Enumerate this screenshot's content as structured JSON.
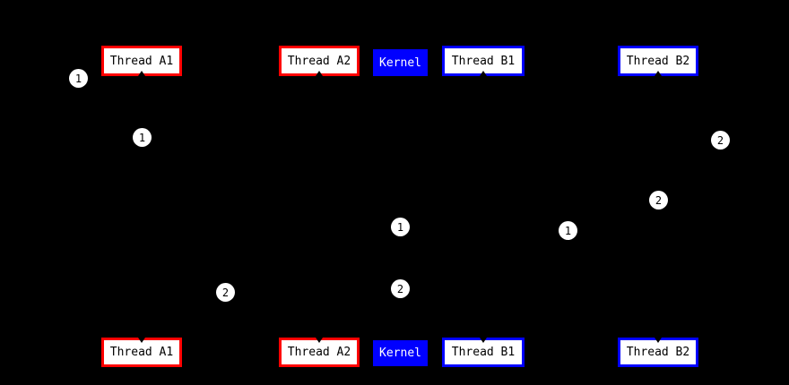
{
  "background_color": "#000000",
  "palette": {
    "thread_a_accent": "#ff0000",
    "thread_b_accent": "#0000ff",
    "kernel_bg": "#0000ff",
    "kernel_text": "#ffffff",
    "box_bg": "#ffffff",
    "box_text": "#000000",
    "marker_bg": "#ffffff",
    "marker_text": "#000000"
  },
  "top_row": {
    "thread_a1": {
      "label": "Thread A1"
    },
    "thread_a2": {
      "label": "Thread A2"
    },
    "kernel": {
      "label": "Kernel"
    },
    "thread_b1": {
      "label": "Thread B1"
    },
    "thread_b2": {
      "label": "Thread B2"
    }
  },
  "bottom_row": {
    "thread_a1": {
      "label": "Thread A1"
    },
    "thread_a2": {
      "label": "Thread A2"
    },
    "kernel": {
      "label": "Kernel"
    },
    "thread_b1": {
      "label": "Thread B1"
    },
    "thread_b2": {
      "label": "Thread B2"
    }
  },
  "markers": [
    {
      "label": "1"
    },
    {
      "label": "1"
    },
    {
      "label": "2"
    },
    {
      "label": "2"
    },
    {
      "label": "1"
    },
    {
      "label": "1"
    },
    {
      "label": "2"
    },
    {
      "label": "2"
    }
  ]
}
